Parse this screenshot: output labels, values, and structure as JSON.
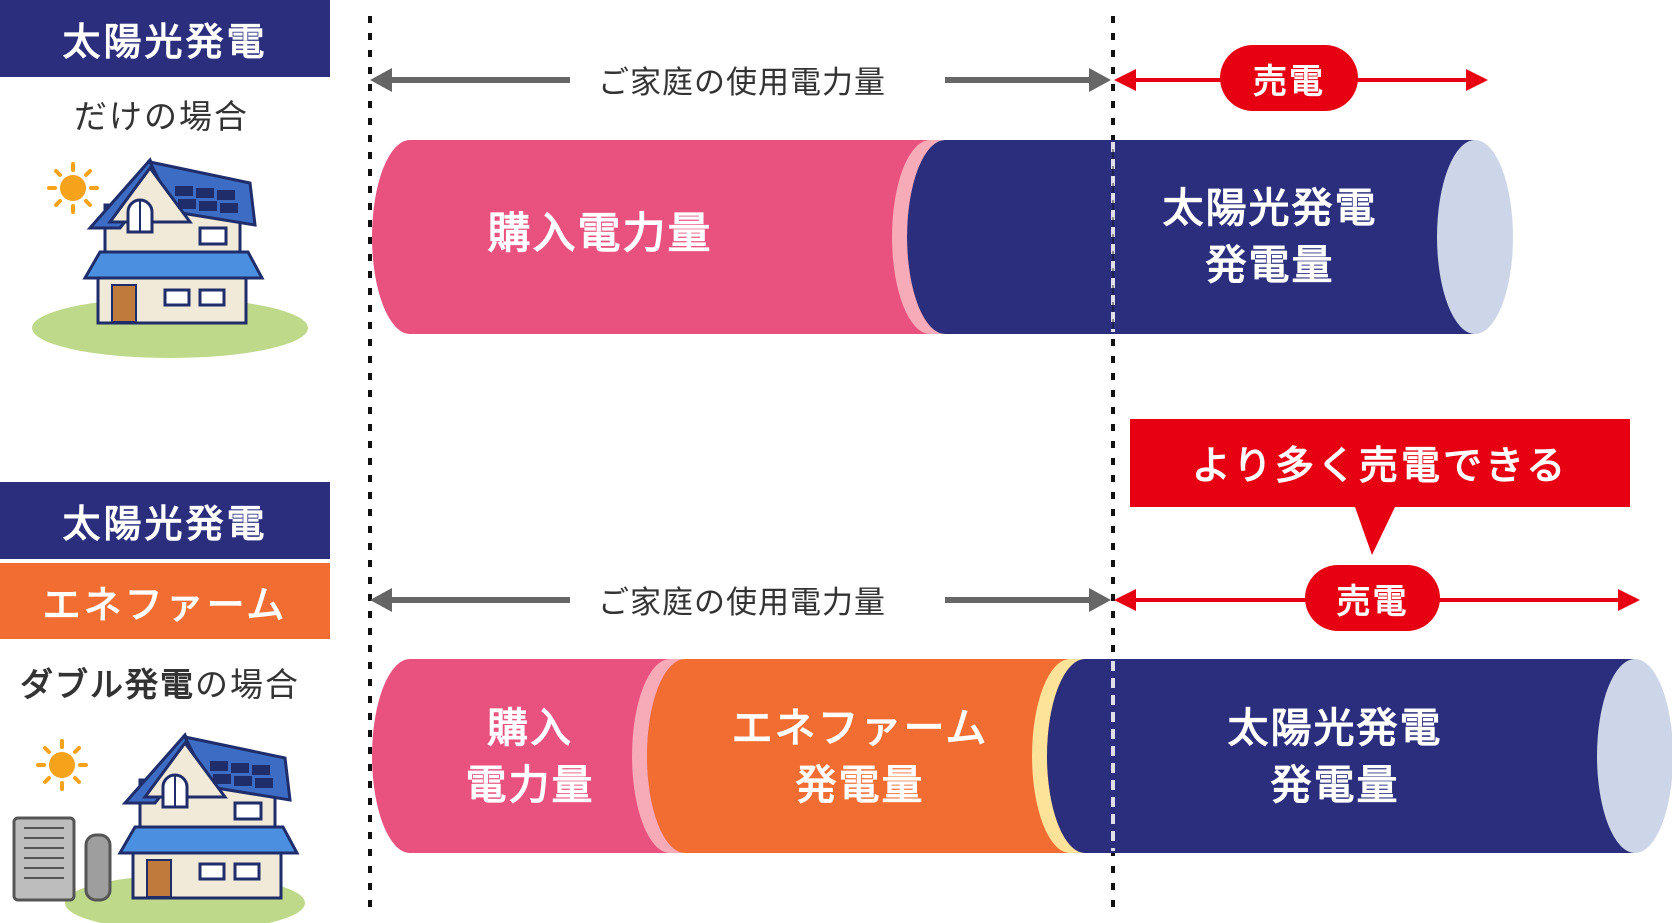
{
  "case1": {
    "tag": "太陽光発電",
    "caption": "だけの場合",
    "usage_label": "ご家庭の使用電力量",
    "sell_label": "売電",
    "segments": {
      "purchased": "購入電力量",
      "solar_line1": "太陽光発電",
      "solar_line2": "発電量"
    }
  },
  "case2": {
    "tag1": "太陽光発電",
    "tag2": "エネファーム",
    "caption_bold": "ダブル発電",
    "caption_rest": "の場合",
    "usage_label": "ご家庭の使用電力量",
    "sell_label": "売電",
    "callout": "より多く売電できる",
    "segments": {
      "purchased_line1": "購入",
      "purchased_line2": "電力量",
      "enefarm_line1": "エネファーム",
      "enefarm_line2": "発電量",
      "solar_line1": "太陽光発電",
      "solar_line2": "発電量"
    }
  },
  "colors": {
    "navy": "#2a2e7c",
    "pink": "#e9527e",
    "orange": "#f26d32",
    "red": "#e60012"
  },
  "icons": [
    "sun-icon",
    "house-with-solar-panels-icon",
    "fuel-cell-unit-icon"
  ]
}
